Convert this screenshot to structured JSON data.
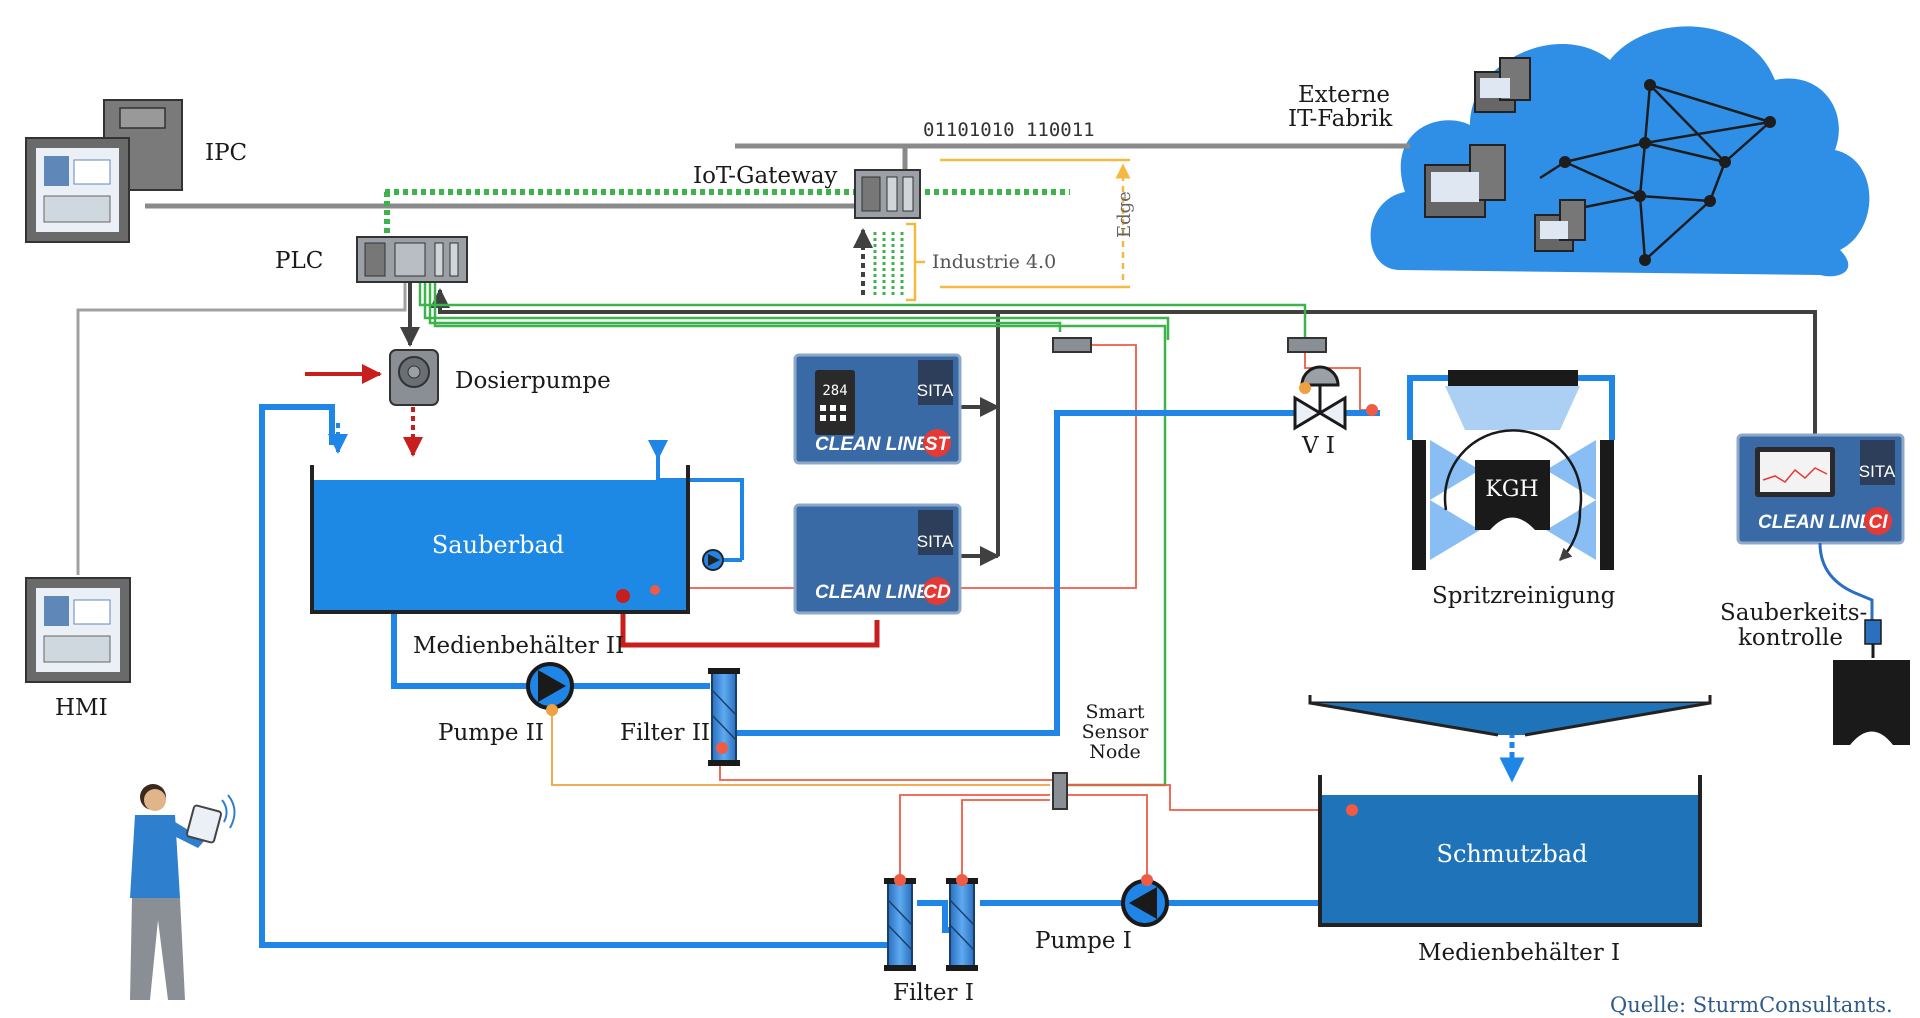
{
  "labels": {
    "ipc": "IPC",
    "plc": "PLC",
    "hmi": "HMI",
    "iot_gateway": "IoT-Gateway",
    "binary": "01101010 110011",
    "extern_line1": "Externe",
    "extern_line2": "IT-Fabrik",
    "edge": "Edge",
    "industrie": "Industrie 4.0",
    "dosierpumpe": "Dosierpumpe",
    "sauberbad": "Sauberbad",
    "medienbehaelter2": "Medienbehälter II",
    "pumpe2": "Pumpe II",
    "filter2": "Filter II",
    "smart_line1": "Smart",
    "smart_line2": "Sensor",
    "smart_line3": "Node",
    "v1": "V I",
    "kgh": "KGH",
    "spritzreinigung": "Spritzreinigung",
    "sauberkeit_line1": "Sauberkeits-",
    "sauberkeit_line2": "kontrolle",
    "schmutzbad": "Schmutzbad",
    "medienbehaelter1": "Medienbehälter I",
    "pumpe1": "Pumpe I",
    "filter1": "Filter I",
    "source": "Quelle: SturmConsultants."
  },
  "devices": {
    "st": {
      "brand": "CLEAN LINE",
      "suffix": "ST",
      "logo": "SITA",
      "display": "284"
    },
    "cd": {
      "brand": "CLEAN LINE",
      "suffix": "CD",
      "logo": "SITA"
    },
    "ci": {
      "brand": "CLEAN LINE",
      "suffix": "CI",
      "logo": "SITA"
    }
  },
  "icons": {
    "cloud": "cloud-icon",
    "person": "person-with-tablet-icon",
    "pump": "pump-icon",
    "filter": "filter-icon",
    "valve": "valve-icon"
  },
  "colors": {
    "fluid_blue": "#1f86e8",
    "tank_blue": "#1e88e5",
    "tank_dark": "#1f73b8",
    "device_blue": "#3a6aa6",
    "network_gray": "#8a8a8a",
    "bus_dark": "#404040",
    "green": "#3cb44b",
    "red": "#c81e1e",
    "sensor_red": "#ef5b45",
    "orange": "#f0a040",
    "edge_yellow": "#f5b942",
    "cloud": "#2f8fe6"
  }
}
